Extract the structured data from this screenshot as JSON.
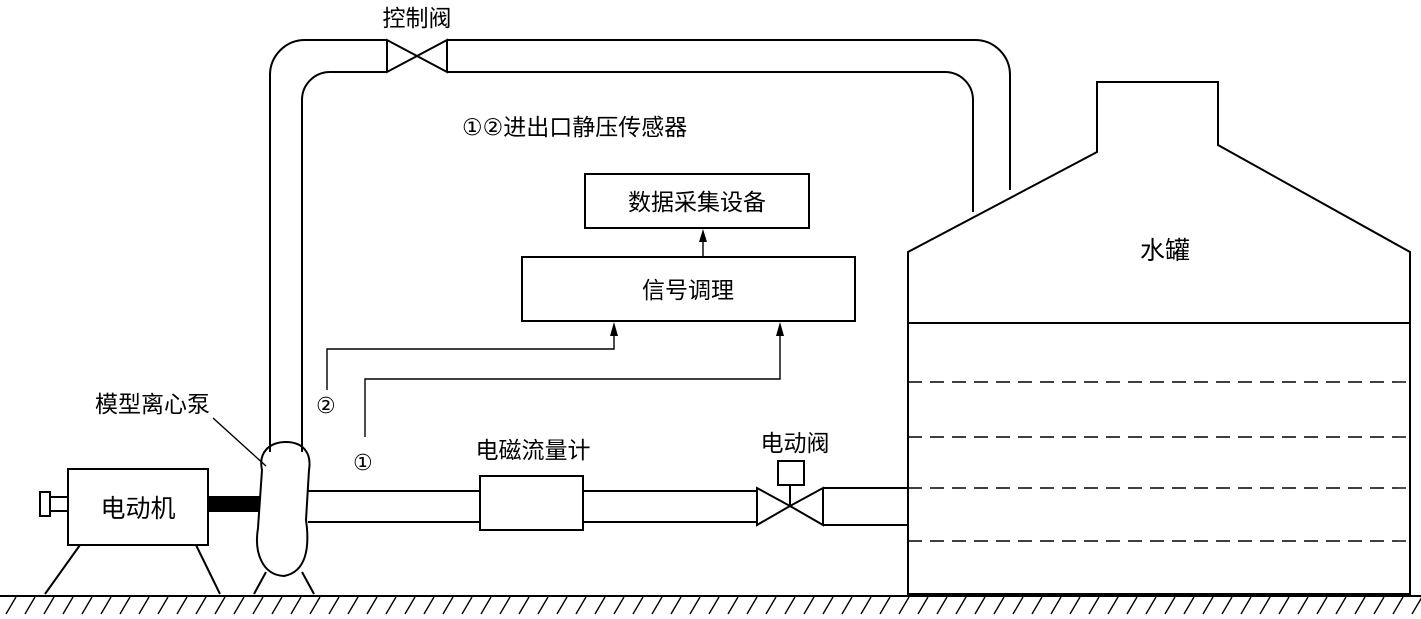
{
  "labels": {
    "control_valve": "控制阀",
    "sensors_title": "①②进出口静压传感器",
    "data_acquisition": "数据采集设备",
    "signal_conditioning": "信号调理",
    "water_tank": "水罐",
    "pump": "模型离心泵",
    "motor": "电动机",
    "flowmeter": "电磁流量计",
    "electric_valve": "电动阀",
    "sensor_1": "①",
    "sensor_2": "②"
  }
}
